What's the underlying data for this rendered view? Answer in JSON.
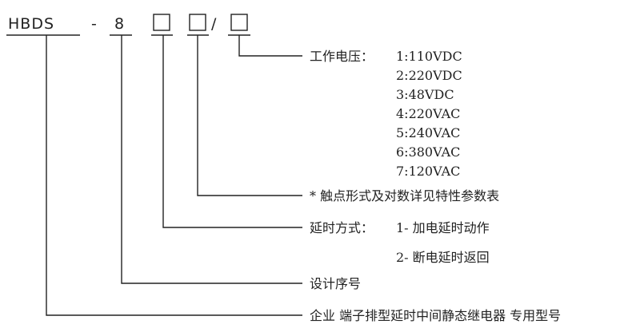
{
  "model_code": {
    "prefix": "HBDS",
    "dash": "-",
    "design_digit": "8",
    "slash": "/"
  },
  "annotations": {
    "voltage": {
      "title": "工作电压：",
      "options": [
        "1:110VDC",
        "2:220VDC",
        "3:48VDC",
        "4:220VAC",
        "5:240VAC",
        "6:380VAC",
        "7:120VAC"
      ]
    },
    "contact_form": "* 触点形式及对数详见特性参数表",
    "delay_mode": {
      "title": "延时方式：",
      "options": [
        "1- 加电延时动作",
        "2- 断电延时返回"
      ]
    },
    "design_number": "设计序号",
    "product_type": "企业 端子排型延时中间静态继电器 专用型号"
  }
}
